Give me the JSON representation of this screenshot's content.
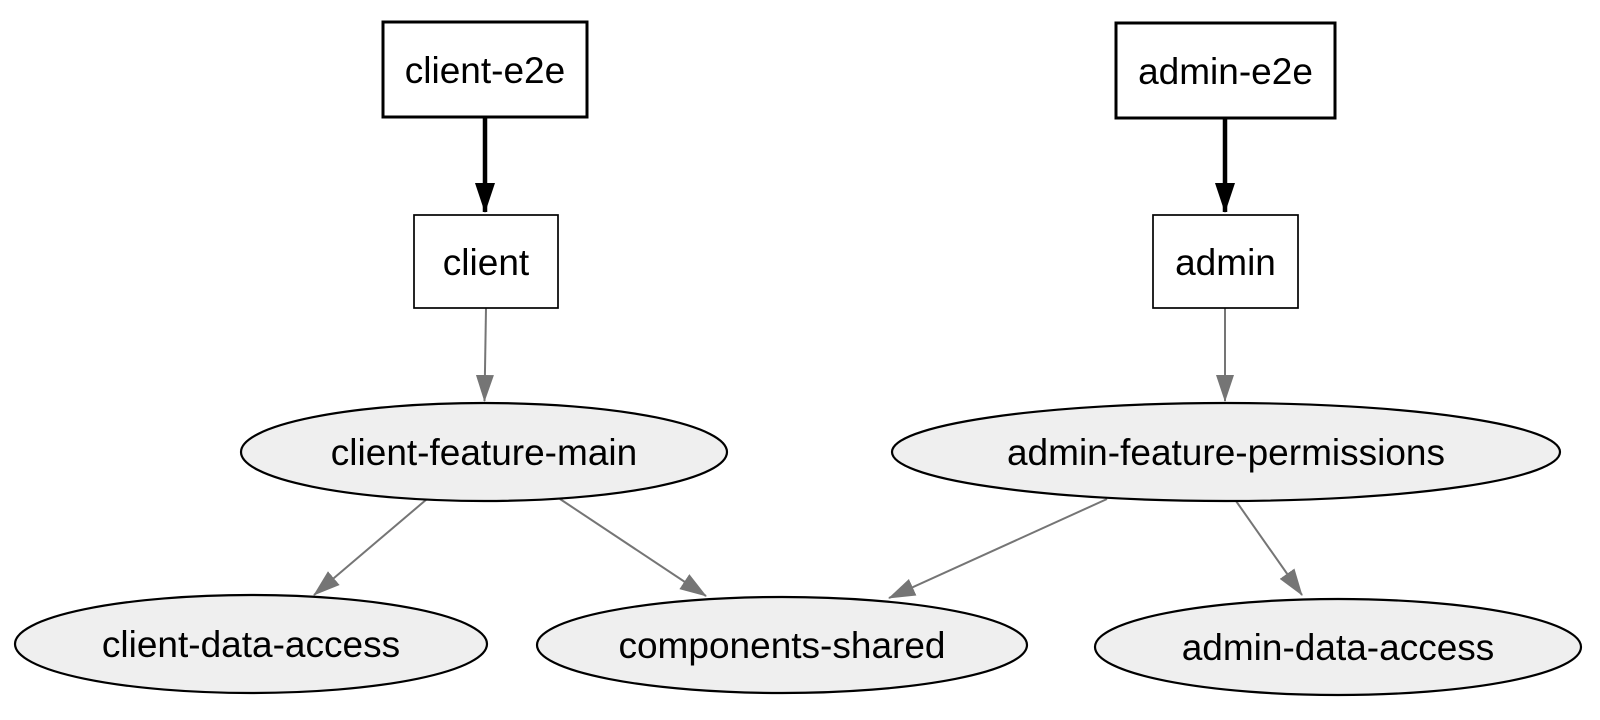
{
  "diagram": {
    "kind": "project-dependency-graph",
    "colors": {
      "background": "#ffffff",
      "app_node_fill": "#ffffff",
      "lib_node_fill": "#efefef",
      "node_stroke": "#000000",
      "text": "#000000",
      "edge_strong": "#000000",
      "edge_regular": "#757575"
    },
    "nodes": {
      "client_e2e": {
        "label": "client-e2e",
        "shape": "rectangle"
      },
      "admin_e2e": {
        "label": "admin-e2e",
        "shape": "rectangle"
      },
      "client": {
        "label": "client",
        "shape": "rectangle"
      },
      "admin": {
        "label": "admin",
        "shape": "rectangle"
      },
      "client_feature_main": {
        "label": "client-feature-main",
        "shape": "ellipse"
      },
      "admin_feature_permissions": {
        "label": "admin-feature-permissions",
        "shape": "ellipse"
      },
      "client_data_access": {
        "label": "client-data-access",
        "shape": "ellipse"
      },
      "components_shared": {
        "label": "components-shared",
        "shape": "ellipse"
      },
      "admin_data_access": {
        "label": "admin-data-access",
        "shape": "ellipse"
      }
    },
    "edges": [
      {
        "from": "client-e2e",
        "to": "client",
        "weight": "bold"
      },
      {
        "from": "admin-e2e",
        "to": "admin",
        "weight": "bold"
      },
      {
        "from": "client",
        "to": "client-feature-main",
        "weight": "regular"
      },
      {
        "from": "admin",
        "to": "admin-feature-permissions",
        "weight": "regular"
      },
      {
        "from": "client-feature-main",
        "to": "client-data-access",
        "weight": "regular"
      },
      {
        "from": "client-feature-main",
        "to": "components-shared",
        "weight": "regular"
      },
      {
        "from": "admin-feature-permissions",
        "to": "components-shared",
        "weight": "regular"
      },
      {
        "from": "admin-feature-permissions",
        "to": "admin-data-access",
        "weight": "regular"
      }
    ]
  }
}
